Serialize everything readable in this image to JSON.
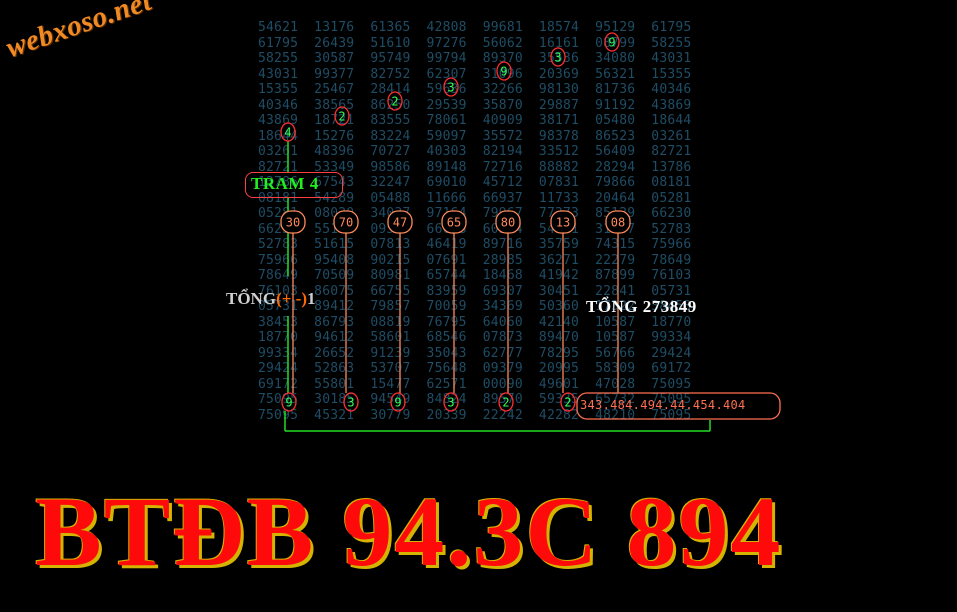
{
  "brand": "webxoso.net",
  "grid_rows": [
    "54621  13176  61365  42808  99681  18574  95129  61795",
    "61795  26439  51610  97276  56062  16161  08799  58255",
    "58255  30587  95749  99794  89370  35536  34080  43031",
    "43031  99377  82752  62307  31096  20369  56321  15355",
    "15355  25467  28414  59636  32266  98130  81736  40346",
    "40346  38565  86250  29539  35870  29887  91192  43869",
    "43869  18721  83555  78061  40909  38171  05480  18644",
    "18644  15276  83224  59097  35572  98378  86523  03261",
    "03261  48396  70727  40303  82194  33512  56409  82721",
    "82721  53349  98586  89148  72716  88882  28294  13786",
    "13786  67543  32247  69010  45712  07831  79866  08181",
    "08181  54289  05488  11666  66937  11733  20464  05281",
    "05281  08020  34037  97164  79967  77373  85129  66230",
    "66230  55192  09567  66658  60324  54641  31367  52783",
    "52783  51615  07813  46419  89716  35759  74315  75966",
    "75966  95408  90215  07691  28985  36271  22279  78649",
    "78649  70509  80981  65744  18468  41942  87899  76103",
    "76103  86075  66755  83959  69307  30451  22841  05731",
    "05731  89412  79857  70059  34369  50360  17322  38453",
    "38453  86793  08819  76795  64060  42140  10587  18770",
    "18770  94612  58601  68546  07873  89470  10587  99334",
    "99334  26652  91239  35043  62777  78295  56766  29424",
    "29424  52863  53707  75648  09379  20995  58309  69172",
    "69172  55801  15477  62571  00090  49601  47028  75095",
    "75095  30185  94549  84824  89570  59335  65732  75095",
    "75095  45321  30779  20339  22242  42282  48210  75095"
  ],
  "grid_color": "#1f4d66",
  "highlight_color": "#ff3030",
  "trail_color": "#22dd22",
  "top_circles": [
    "4",
    "2",
    "2",
    "3",
    "9",
    "3",
    "9"
  ],
  "boxed_numbers": [
    "30",
    "70",
    "47",
    "65",
    "80",
    "13",
    "08"
  ],
  "bottom_circles": [
    "9",
    "3",
    "9",
    "3",
    "2",
    "2"
  ],
  "tram_label": "TRAM 4",
  "tong_left": {
    "prefix": "TỔNG",
    "middle": "(+ -)",
    "suffix": "1"
  },
  "tong_right": "TỔNG 273849",
  "sequence": "343.484.494.44.454.404",
  "headline": "BTĐB 94.3C 894"
}
